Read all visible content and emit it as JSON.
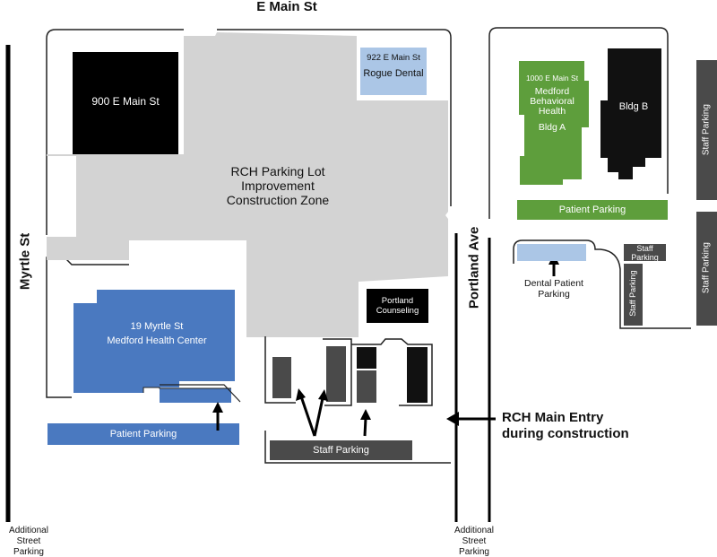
{
  "streets": {
    "north": "E Main St",
    "west": "Myrtle St",
    "east": "Portland Ave"
  },
  "buildings": {
    "b900": "900 E Main St",
    "b922_address": "922 E Main St",
    "b922_name": "Rogue Dental",
    "b1000_address": "1000 E Main St",
    "b1000_name_1": "Medford",
    "b1000_name_2": "Behavioral",
    "b1000_name_3": "Health",
    "bldg_a": "Bldg A",
    "bldg_b": "Bldg B",
    "myrtle_address": "19 Myrtle St",
    "myrtle_name": "Medford Health Center",
    "portland_1": "Portland",
    "portland_2": "Counseling"
  },
  "zones": {
    "construction_1": "RCH Parking Lot",
    "construction_2": "Improvement",
    "construction_3": "Construction Zone"
  },
  "parking": {
    "patient_left": "Patient Parking",
    "patient_right": "Patient Parking",
    "staff_bottom": "Staff Parking",
    "dental_1": "Dental Patient",
    "dental_2": "Parking",
    "staff_small_1": "Staff",
    "staff_small_2": "Parking",
    "staff_vertical": "Staff Parking",
    "staff_right_top": "Staff Parking",
    "staff_right_bottom": "Staff Parking",
    "street_left_1": "Additional",
    "street_left_2": "Street",
    "street_left_3": "Parking",
    "street_right_1": "Additional",
    "street_right_2": "Street",
    "street_right_3": "Parking"
  },
  "entry": {
    "line1": "RCH Main Entry",
    "line2": "during construction"
  },
  "colors": {
    "construction": "#d3d3d3",
    "building_black": "#000000",
    "dark_gray": "#4a4a4a",
    "blue": "#4a79c0",
    "light_blue": "#abc6e6",
    "green": "#5e9e3c",
    "outline": "#222222"
  }
}
